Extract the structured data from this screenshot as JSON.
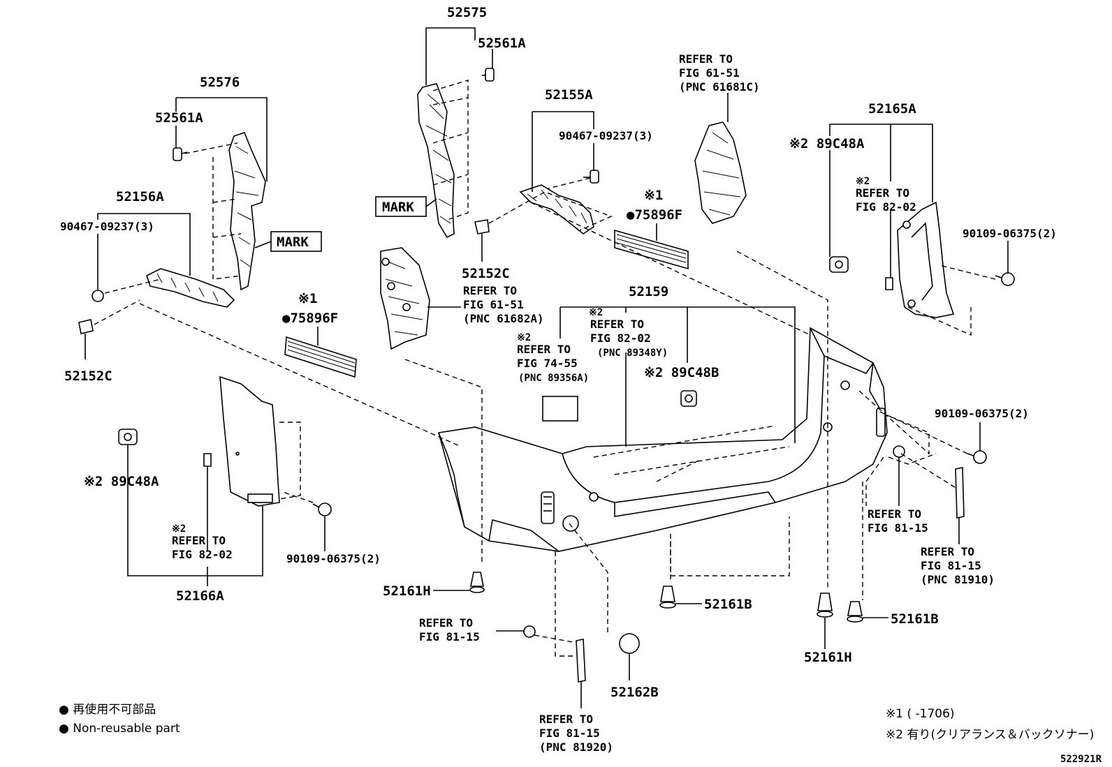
{
  "labels": {
    "p52575": "52575",
    "p52561A_top": "52561A",
    "p52576": "52576",
    "p52561A_left": "52561A",
    "p52155A": "52155A",
    "p90467_mid": "90467-09237(3)",
    "p52165A": "52165A",
    "p89C48A_right": "※2 89C48A",
    "p52156A": "52156A",
    "p90467_left": "90467-09237(3)",
    "mark_left": "MARK",
    "mark_top": "MARK",
    "star1_mid": "※1",
    "p75896F_mid": "●75896F",
    "star1_left": "※1",
    "p75896F_left": "●75896F",
    "p52152C_mid": "52152C",
    "p52152C_left": "52152C",
    "p52159": "52159",
    "p89C48B": "※2 89C48B",
    "p90109_right_top": "90109-06375(2)",
    "p90109_right_mid": "90109-06375(2)",
    "p90109_left": "90109-06375(2)",
    "p89C48A_left": "※2 89C48A",
    "p52166A": "52166A",
    "p52161H_left": "52161H",
    "p52161B_mid": "52161B",
    "p52161H_right": "52161H",
    "p52161B_right": "52161B",
    "p52162B": "52162B",
    "diagram_code": "522921R"
  },
  "refs": {
    "ref_61681C": [
      "REFER TO",
      "FIG 61-51",
      "(PNC 61681C)"
    ],
    "ref_82_02_right": [
      "※2",
      "REFER TO",
      "FIG 82-02"
    ],
    "ref_61682A": [
      "REFER TO",
      "FIG 61-51",
      "(PNC 61682A)"
    ],
    "ref_89348Y": [
      "※2",
      "REFER TO",
      "FIG 82-02",
      "(PNC 89348Y)"
    ],
    "ref_89356A": [
      "※2",
      "REFER TO",
      "FIG 74-55",
      "(PNC 89356A)"
    ],
    "ref_82_02_left": [
      "※2",
      "REFER TO",
      "FIG 82-02"
    ],
    "ref_81_15_a": [
      "REFER TO",
      "FIG 81-15"
    ],
    "ref_81910": [
      "REFER TO",
      "FIG 81-15",
      "(PNC 81910)"
    ],
    "ref_81_15_b": [
      "REFER TO",
      "FIG 81-15"
    ],
    "ref_81920": [
      "REFER TO",
      "FIG 81-15",
      "(PNC 81920)"
    ]
  },
  "legend": {
    "jp": "● 再使用不可部品",
    "en": "● Non-reusable part"
  },
  "notes": {
    "note1": "※1 (    -1706)",
    "note2": "※2 有り(クリアランス＆バックソナー)"
  }
}
